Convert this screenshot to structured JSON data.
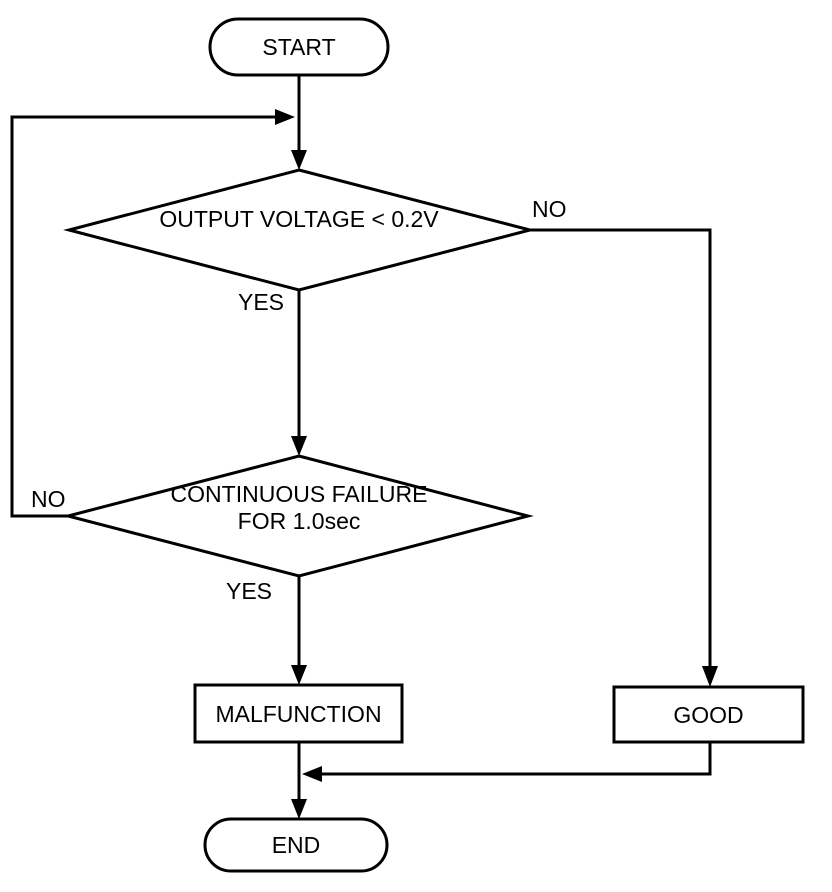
{
  "canvas": {
    "background_color": "#ffffff",
    "line_color": "#000000",
    "text_color": "#000000"
  },
  "flowchart": {
    "start": {
      "label": "START"
    },
    "decision_output_voltage": {
      "line1": "OUTPUT VOLTAGE",
      "line2": "< 0.2V",
      "no_label": "NO",
      "yes_label": "YES"
    },
    "decision_continuous_failure": {
      "line1": "CONTINUOUS",
      "line2": "FAILURE FOR",
      "line3": "1.0sec",
      "no_label": "NO",
      "yes_label": "YES"
    },
    "malfunction": {
      "label": "MALFUNCTION"
    },
    "good": {
      "label": "GOOD"
    },
    "end": {
      "label": "END"
    }
  }
}
